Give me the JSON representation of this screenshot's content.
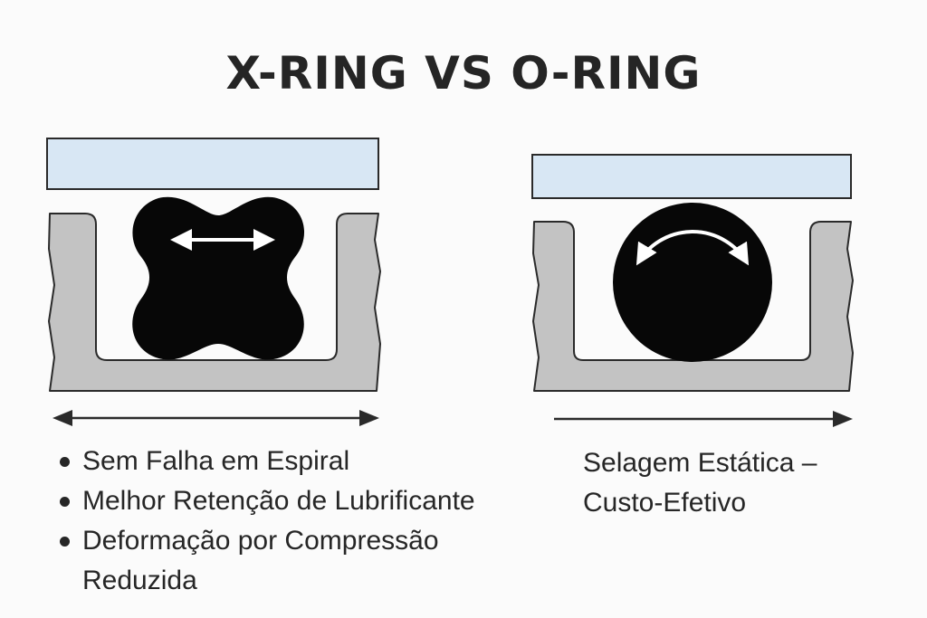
{
  "title": "X-RING VS O-RING",
  "colors": {
    "housing": "#c3c3c3",
    "plate": "#d8e7f4",
    "seal": "#070707",
    "outline": "#2a2a2a",
    "arrow": "#ffffff"
  },
  "x_ring": {
    "benefits": [
      "Sem Falha em Espiral",
      "Melhor Retenção de Lubrificante",
      "Deformação por Compressão Reduzida"
    ]
  },
  "o_ring": {
    "note": "Selagem Estática – Custo-Efetivo"
  }
}
